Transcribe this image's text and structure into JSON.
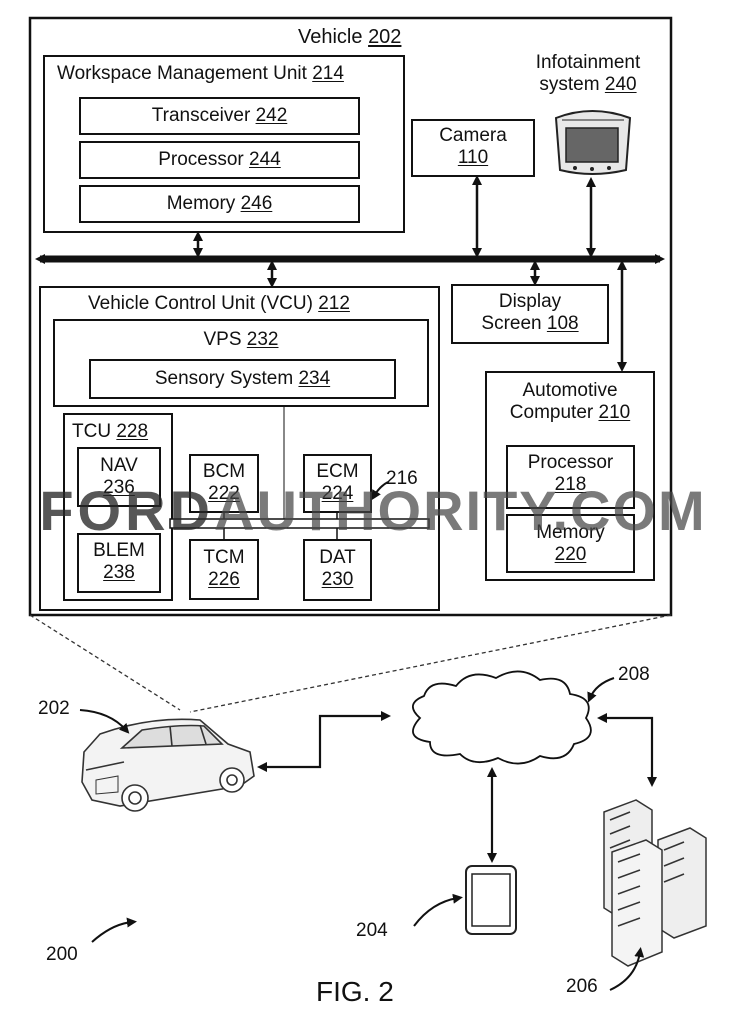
{
  "diagram": {
    "vehicle": {
      "label": "Vehicle",
      "ref": "202"
    },
    "wmu": {
      "label": "Workspace Management Unit",
      "ref": "214"
    },
    "transceiver": {
      "label": "Transceiver",
      "ref": "242"
    },
    "processor_wmu": {
      "label": "Processor",
      "ref": "244"
    },
    "memory_wmu": {
      "label": "Memory",
      "ref": "246"
    },
    "camera": {
      "label": "Camera",
      "ref": "110"
    },
    "infotainment": {
      "label1": "Infotainment",
      "label2": "system",
      "ref": "240"
    },
    "vcu": {
      "label": "Vehicle Control Unit (VCU)",
      "ref": "212"
    },
    "vps": {
      "label": "VPS",
      "ref": "232"
    },
    "sensory": {
      "label": "Sensory System",
      "ref": "234"
    },
    "tcu": {
      "label": "TCU",
      "ref": "228"
    },
    "nav": {
      "label": "NAV",
      "ref": "236"
    },
    "blem": {
      "label": "BLEM",
      "ref": "238"
    },
    "bcm": {
      "label": "BCM",
      "ref": "222"
    },
    "tcm": {
      "label": "TCM",
      "ref": "226"
    },
    "ecm": {
      "label": "ECM",
      "ref": "224"
    },
    "dat": {
      "label": "DAT",
      "ref": "230"
    },
    "bus_ref": "216",
    "display": {
      "label": "Display",
      "label2": "Screen",
      "ref": "108"
    },
    "automotive": {
      "label1": "Automotive",
      "label2": "Computer",
      "ref": "210"
    },
    "processor_ac": {
      "label": "Processor",
      "ref": "218"
    },
    "memory_ac": {
      "label": "Memory",
      "ref": "220"
    },
    "ref_vehicle": "202",
    "ref_network": "208",
    "ref_device": "204",
    "ref_servers": "206",
    "ref_system": "200",
    "figure": "FIG. 2"
  },
  "watermark": {
    "bold": "FORD",
    "rest": "AUTHORITY.COM"
  }
}
